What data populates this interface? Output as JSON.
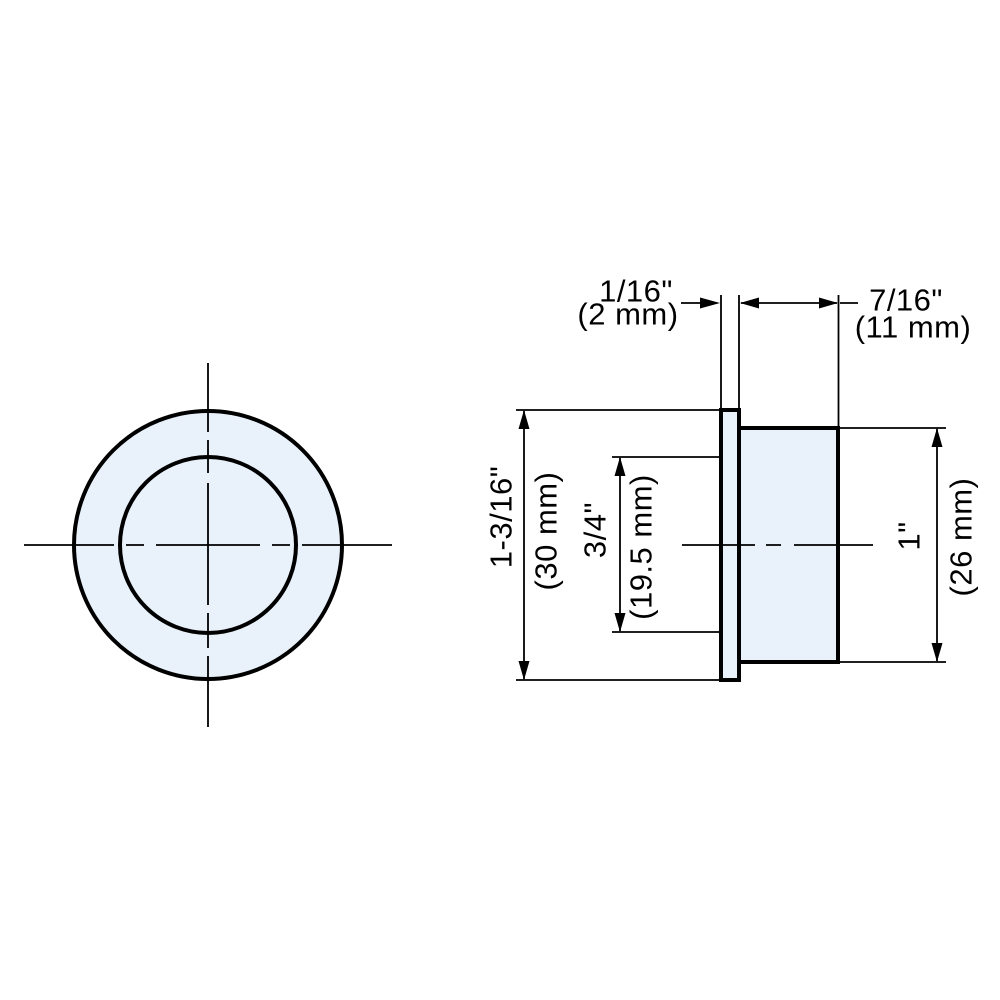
{
  "colors": {
    "background": "#ffffff",
    "line": "#000000",
    "part_fill": "#e9f2fb"
  },
  "dims": {
    "flange_thickness": {
      "inch": "1/16\"",
      "metric": "(2 mm)"
    },
    "body_length": {
      "inch": "7/16\"",
      "metric": "(11 mm)"
    },
    "flange_diameter": {
      "inch": "1-3/16\"",
      "metric": "(30 mm)"
    },
    "bore_diameter": {
      "inch": "3/4\"",
      "metric": "(19.5 mm)"
    },
    "body_diameter": {
      "inch": "1\"",
      "metric": "(26 mm)"
    }
  }
}
